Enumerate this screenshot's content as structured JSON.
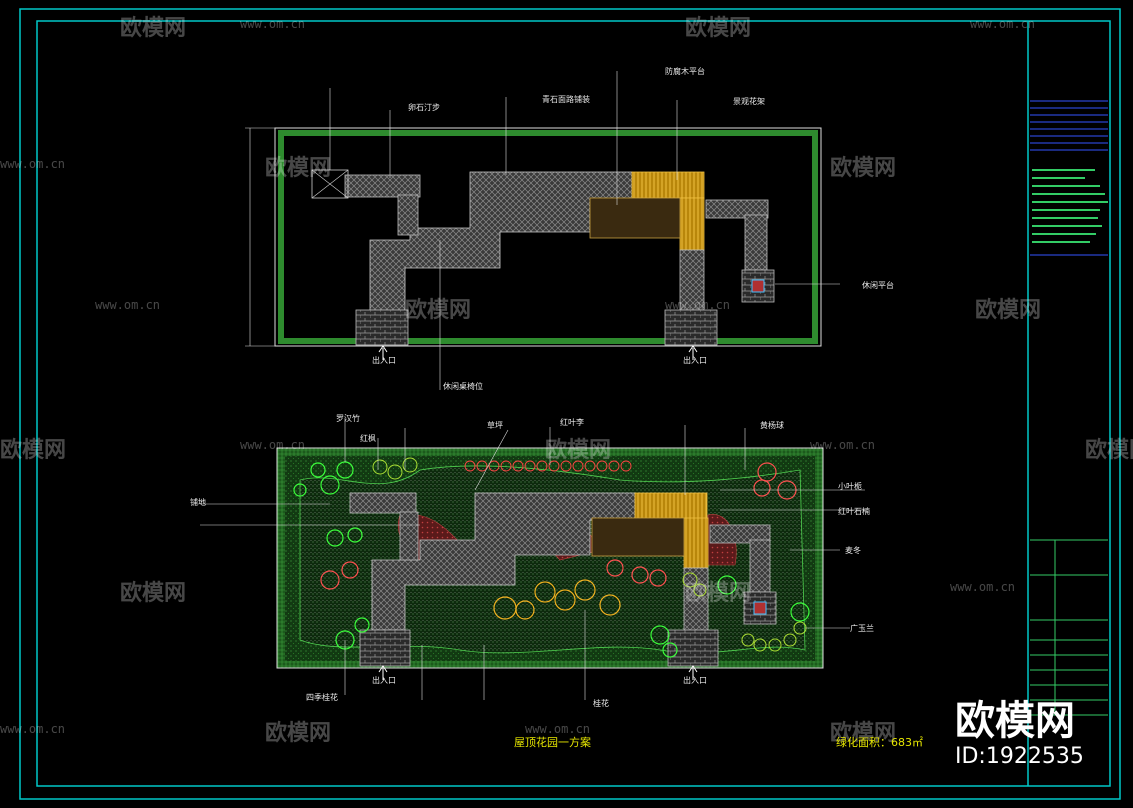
{
  "plan_top": {
    "labels": {
      "stone_step": "卵石汀步",
      "stepping_path": "青石面路铺装",
      "wood_deck": "防腐木平台",
      "flower_rack": "景观花架",
      "rest_platform": "休闲平台",
      "entrance_left": "出入口",
      "entrance_right": "出入口",
      "seat_position": "休闲桌椅位"
    }
  },
  "plan_bottom": {
    "labels": {
      "bamboo": "罗汉竹",
      "maple": "红枫",
      "lawn": "草坪",
      "red_leaf": "红叶李",
      "hedge": "黄杨球",
      "flower_plant": "小叶栀",
      "paving": "铺地",
      "red_stone": "红叶石楠",
      "grass_plant": "麦冬",
      "jade": "广玉兰",
      "entrance_left": "出入口",
      "entrance_right": "出入口",
      "seasonal": "四季桂花",
      "tree": "桂花"
    },
    "title": "屋顶花园一方案",
    "area_note": "绿化面积：683㎡"
  },
  "title_block": {
    "brand": "欧模网",
    "id": "ID:1922535"
  },
  "watermarks": {
    "text": "欧模网",
    "url": "www.om.cn"
  },
  "colors": {
    "frame": "#00c8c8",
    "hedge": "#2e8b2e",
    "paving": "#9a9a9a",
    "deck": "#d4a017",
    "grass": "#1f6b1f",
    "yellow_label": "#e6e600",
    "blue_lines": "#3355ff",
    "green_lines": "#33cc66"
  }
}
